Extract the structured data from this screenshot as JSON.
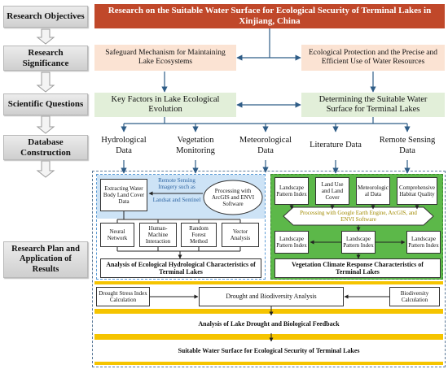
{
  "left_labels": {
    "objectives": "Research Objectives",
    "significance": "Research Significance",
    "questions": "Scientific Questions",
    "database": "Database Construction",
    "plan": "Research Plan and Application of Results"
  },
  "objective": "Research on the Suitable Water Surface for Ecological Security of Terminal Lakes in Xinjiang, China",
  "significance": [
    "Safeguard Mechanism for Maintaining Lake Ecosystems",
    "Ecological Protection and the Precise and Efficient Use of Water Resources"
  ],
  "questions": [
    "Key Factors in Lake Ecological Evolution",
    "Determining the Suitable Water Surface for Terminal Lakes"
  ],
  "data_sources": [
    "Hydrological Data",
    "Vegetation Monitoring",
    "Meteorological Data",
    "Literature Data",
    "Remote Sensing Data"
  ],
  "hydro_panel": {
    "extract": "Extracting Water Body Land Cover Data",
    "imagery_top": "Remote Sensing Imagery such as",
    "imagery_bottom": "Landsat and Sentinel",
    "processing": "Processing with ArcGIS and ENVI Software",
    "methods": [
      "Neural Network",
      "Human-Machine Interaction",
      "Random Forest Method",
      "Vector Analysis"
    ],
    "result": "Analysis of Ecological Hydrological Characteristics of Terminal Lakes"
  },
  "veg_panel": {
    "inputs": [
      "Landscape Pattern Index",
      "Land Use and Land Cover",
      "Meteorological Data",
      "Comprehensive Habitat Quality"
    ],
    "processing": "Processing with Google Earth Engine, ArcGIS, and ENVI Software",
    "outputs": [
      "Landscape Pattern Index",
      "Landscape Pattern Index",
      "Landscape Pattern Index"
    ],
    "result": "Vegetation Climate Response Characteristics of Terminal Lakes"
  },
  "drought": {
    "stress": "Drought Stress Index Calculation",
    "analysis": "Drought and Biodiversity Analysis",
    "biodiversity": "Biodiversity Calculation",
    "feedback": "Analysis of Lake Drought and Biological Feedback"
  },
  "final": "Suitable Water Surface for Ecological Security of Terminal Lakes",
  "colors": {
    "objective_bg": "#c0482a",
    "significance_bg": "#fbe3d3",
    "question_bg": "#e2efd9",
    "hydro_panel_bg": "#cde3f6",
    "veg_panel_bg": "#5cb849",
    "band_gold": "#f5c400",
    "label_gray": "#d6d6d6",
    "arrow": "#2f5d87"
  }
}
